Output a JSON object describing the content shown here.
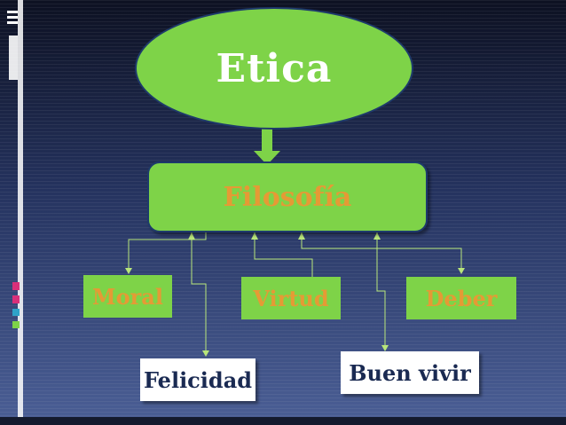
{
  "colors": {
    "green": "#7ed348",
    "orange": "#e59a35",
    "white": "#ffffff",
    "navy": "#1a2a52"
  },
  "diagram": {
    "root": "Etica",
    "center": "Filosofía",
    "nodes": {
      "moral": "Moral",
      "virtud": "Virtud",
      "deber": "Deber",
      "felicidad": "Felicidad",
      "buen_vivir": "Buen vivir"
    }
  }
}
